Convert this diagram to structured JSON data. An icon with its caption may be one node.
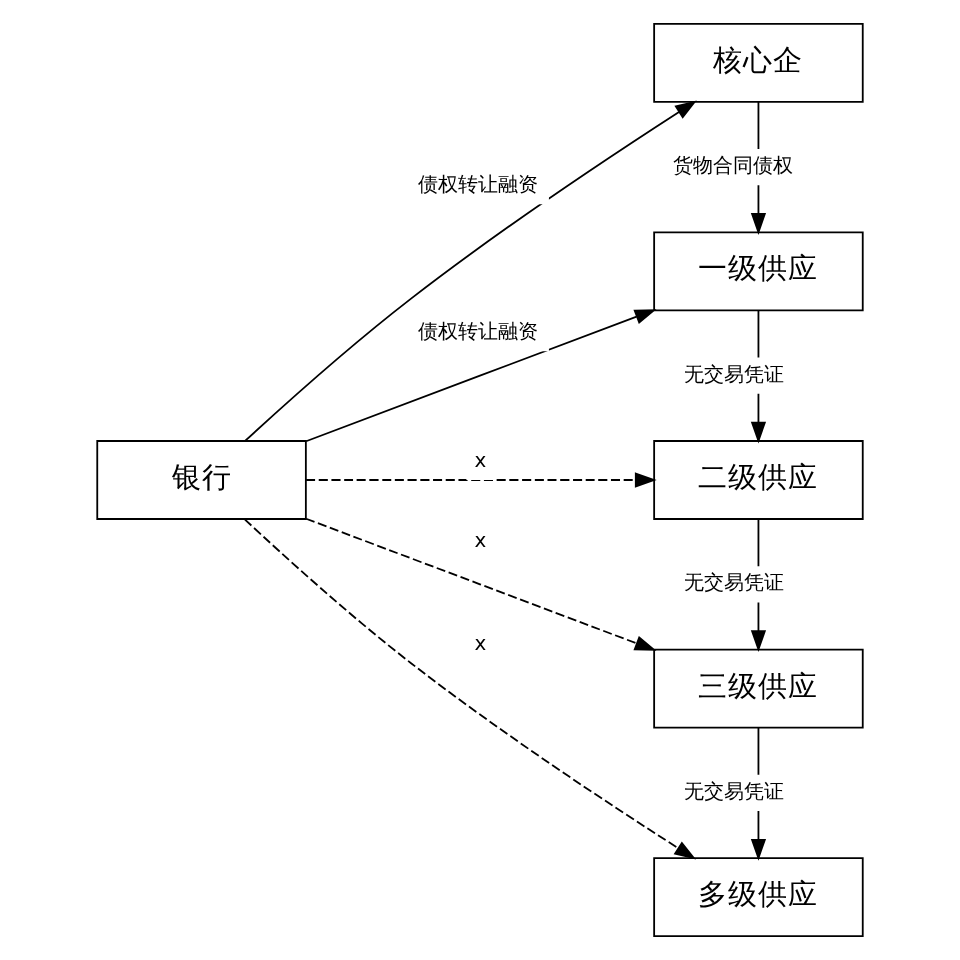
{
  "diagram": {
    "nodes": [
      {
        "text": [
          "银行"
        ]
      },
      {
        "text": [
          "核心企"
        ]
      },
      {
        "text": [
          "一级供应"
        ]
      },
      {
        "text": [
          "二级供应"
        ]
      },
      {
        "text": [
          "三级供应"
        ]
      },
      {
        "text": [
          "多级供应"
        ]
      }
    ],
    "edges": [
      {
        "from": 0,
        "to": 1,
        "arrow": "to",
        "label": "债权转让融资"
      },
      {
        "from": 0,
        "to": 2,
        "arrow": "to",
        "label": "债权转让融资"
      },
      {
        "from": 0,
        "to": 3,
        "arrow": "to",
        "label": "x",
        "style": "dashed"
      },
      {
        "from": 0,
        "to": 4,
        "arrow": "to",
        "label": "x",
        "style": "dashed"
      },
      {
        "from": 0,
        "to": 5,
        "arrow": "to",
        "label": "x",
        "style": "dashed"
      },
      {
        "from": 1,
        "to": 2,
        "arrow": "to",
        "label": "货物合同债权"
      },
      {
        "from": 2,
        "to": 3,
        "arrow": "to",
        "label": "无交易凭证"
      },
      {
        "from": 3,
        "to": 4,
        "arrow": "to",
        "label": "无交易凭证"
      },
      {
        "from": 4,
        "to": 5,
        "arrow": "to",
        "label": "无交易凭证"
      }
    ]
  }
}
